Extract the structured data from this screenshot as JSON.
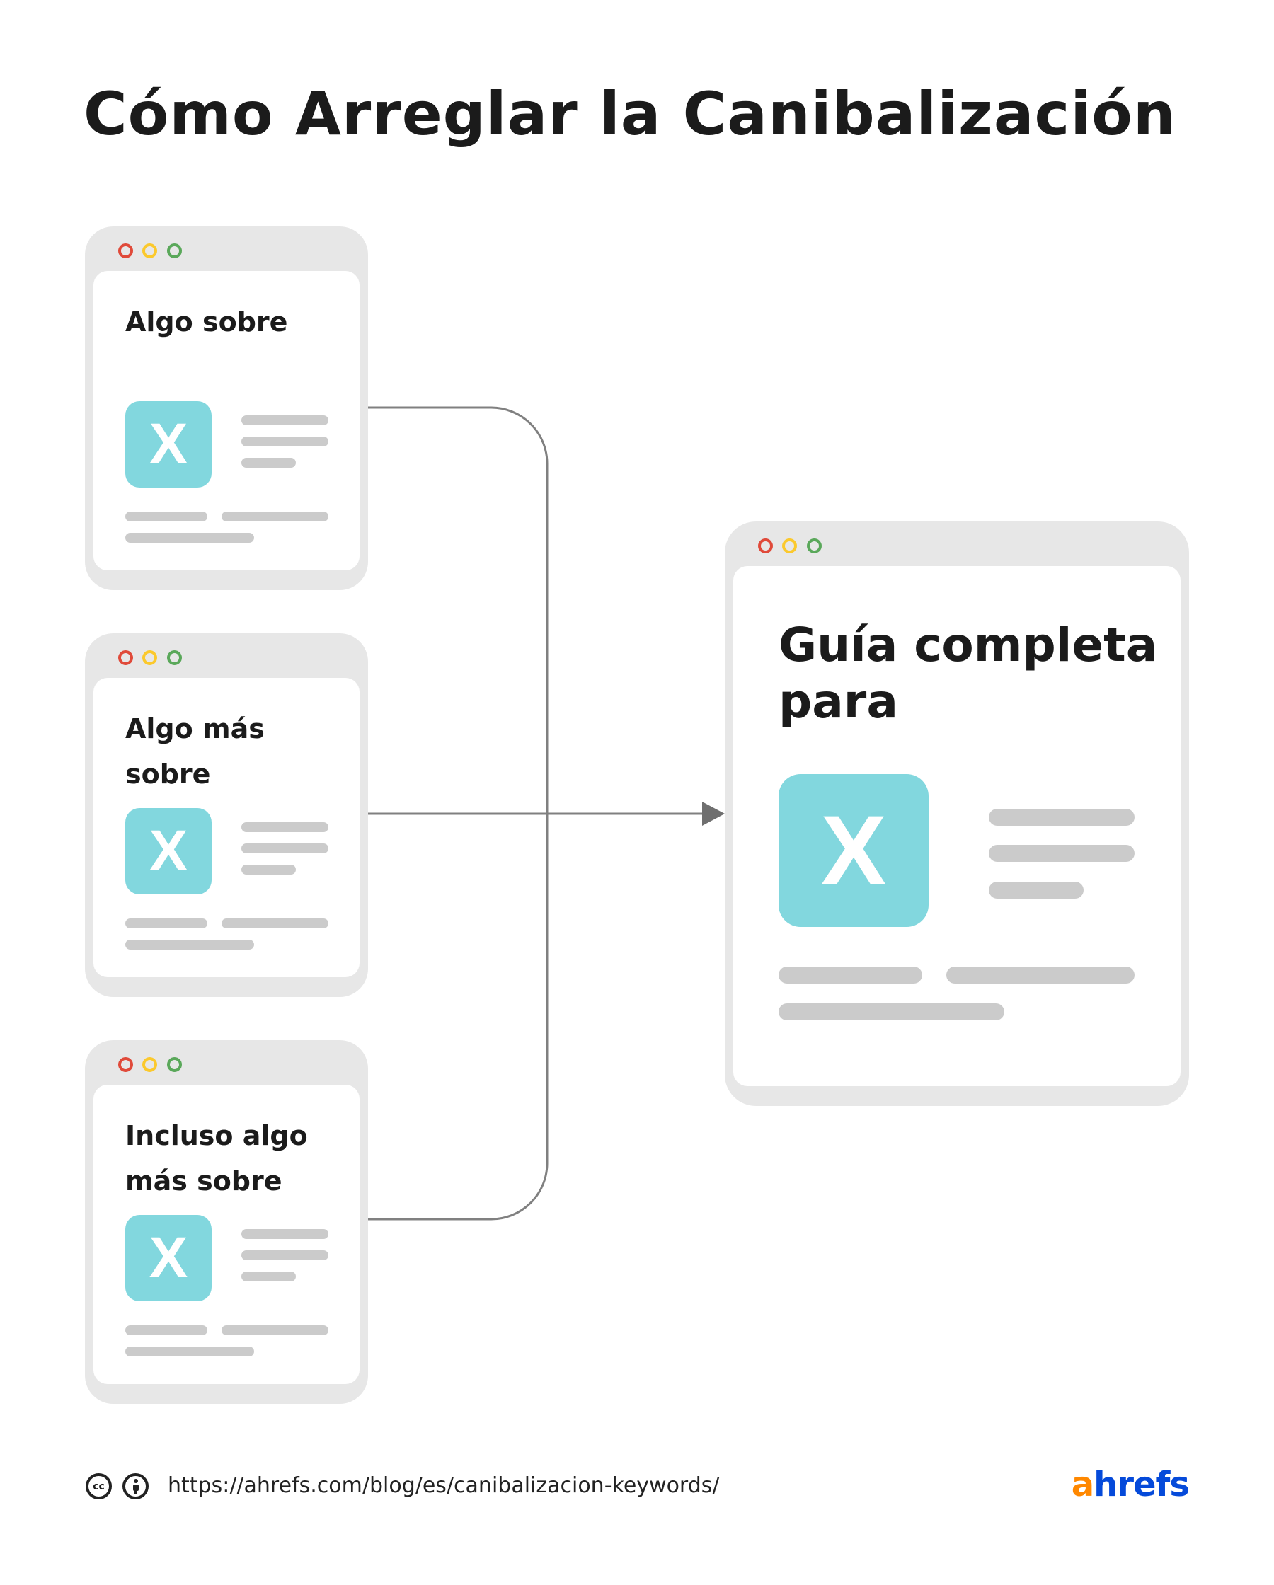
{
  "title": "Cómo Arreglar la Canibalización",
  "small_cards": [
    {
      "text": "Algo sobre",
      "icon_letter": "X"
    },
    {
      "text": "Algo más sobre",
      "icon_letter": "X"
    },
    {
      "text": "Incluso algo más sobre",
      "icon_letter": "X"
    }
  ],
  "big_card": {
    "text": "Guía completa para",
    "icon_letter": "X"
  },
  "footer": {
    "url": "https://ahrefs.com/blog/es/canibalizacion-keywords/",
    "cc_icon": "cc",
    "logo_a": "a",
    "logo_rest": "hrefs"
  },
  "colors": {
    "accent_box": "#82d7de",
    "logo_orange": "#ff8800",
    "logo_blue": "#054ada",
    "connector": "#808080"
  }
}
